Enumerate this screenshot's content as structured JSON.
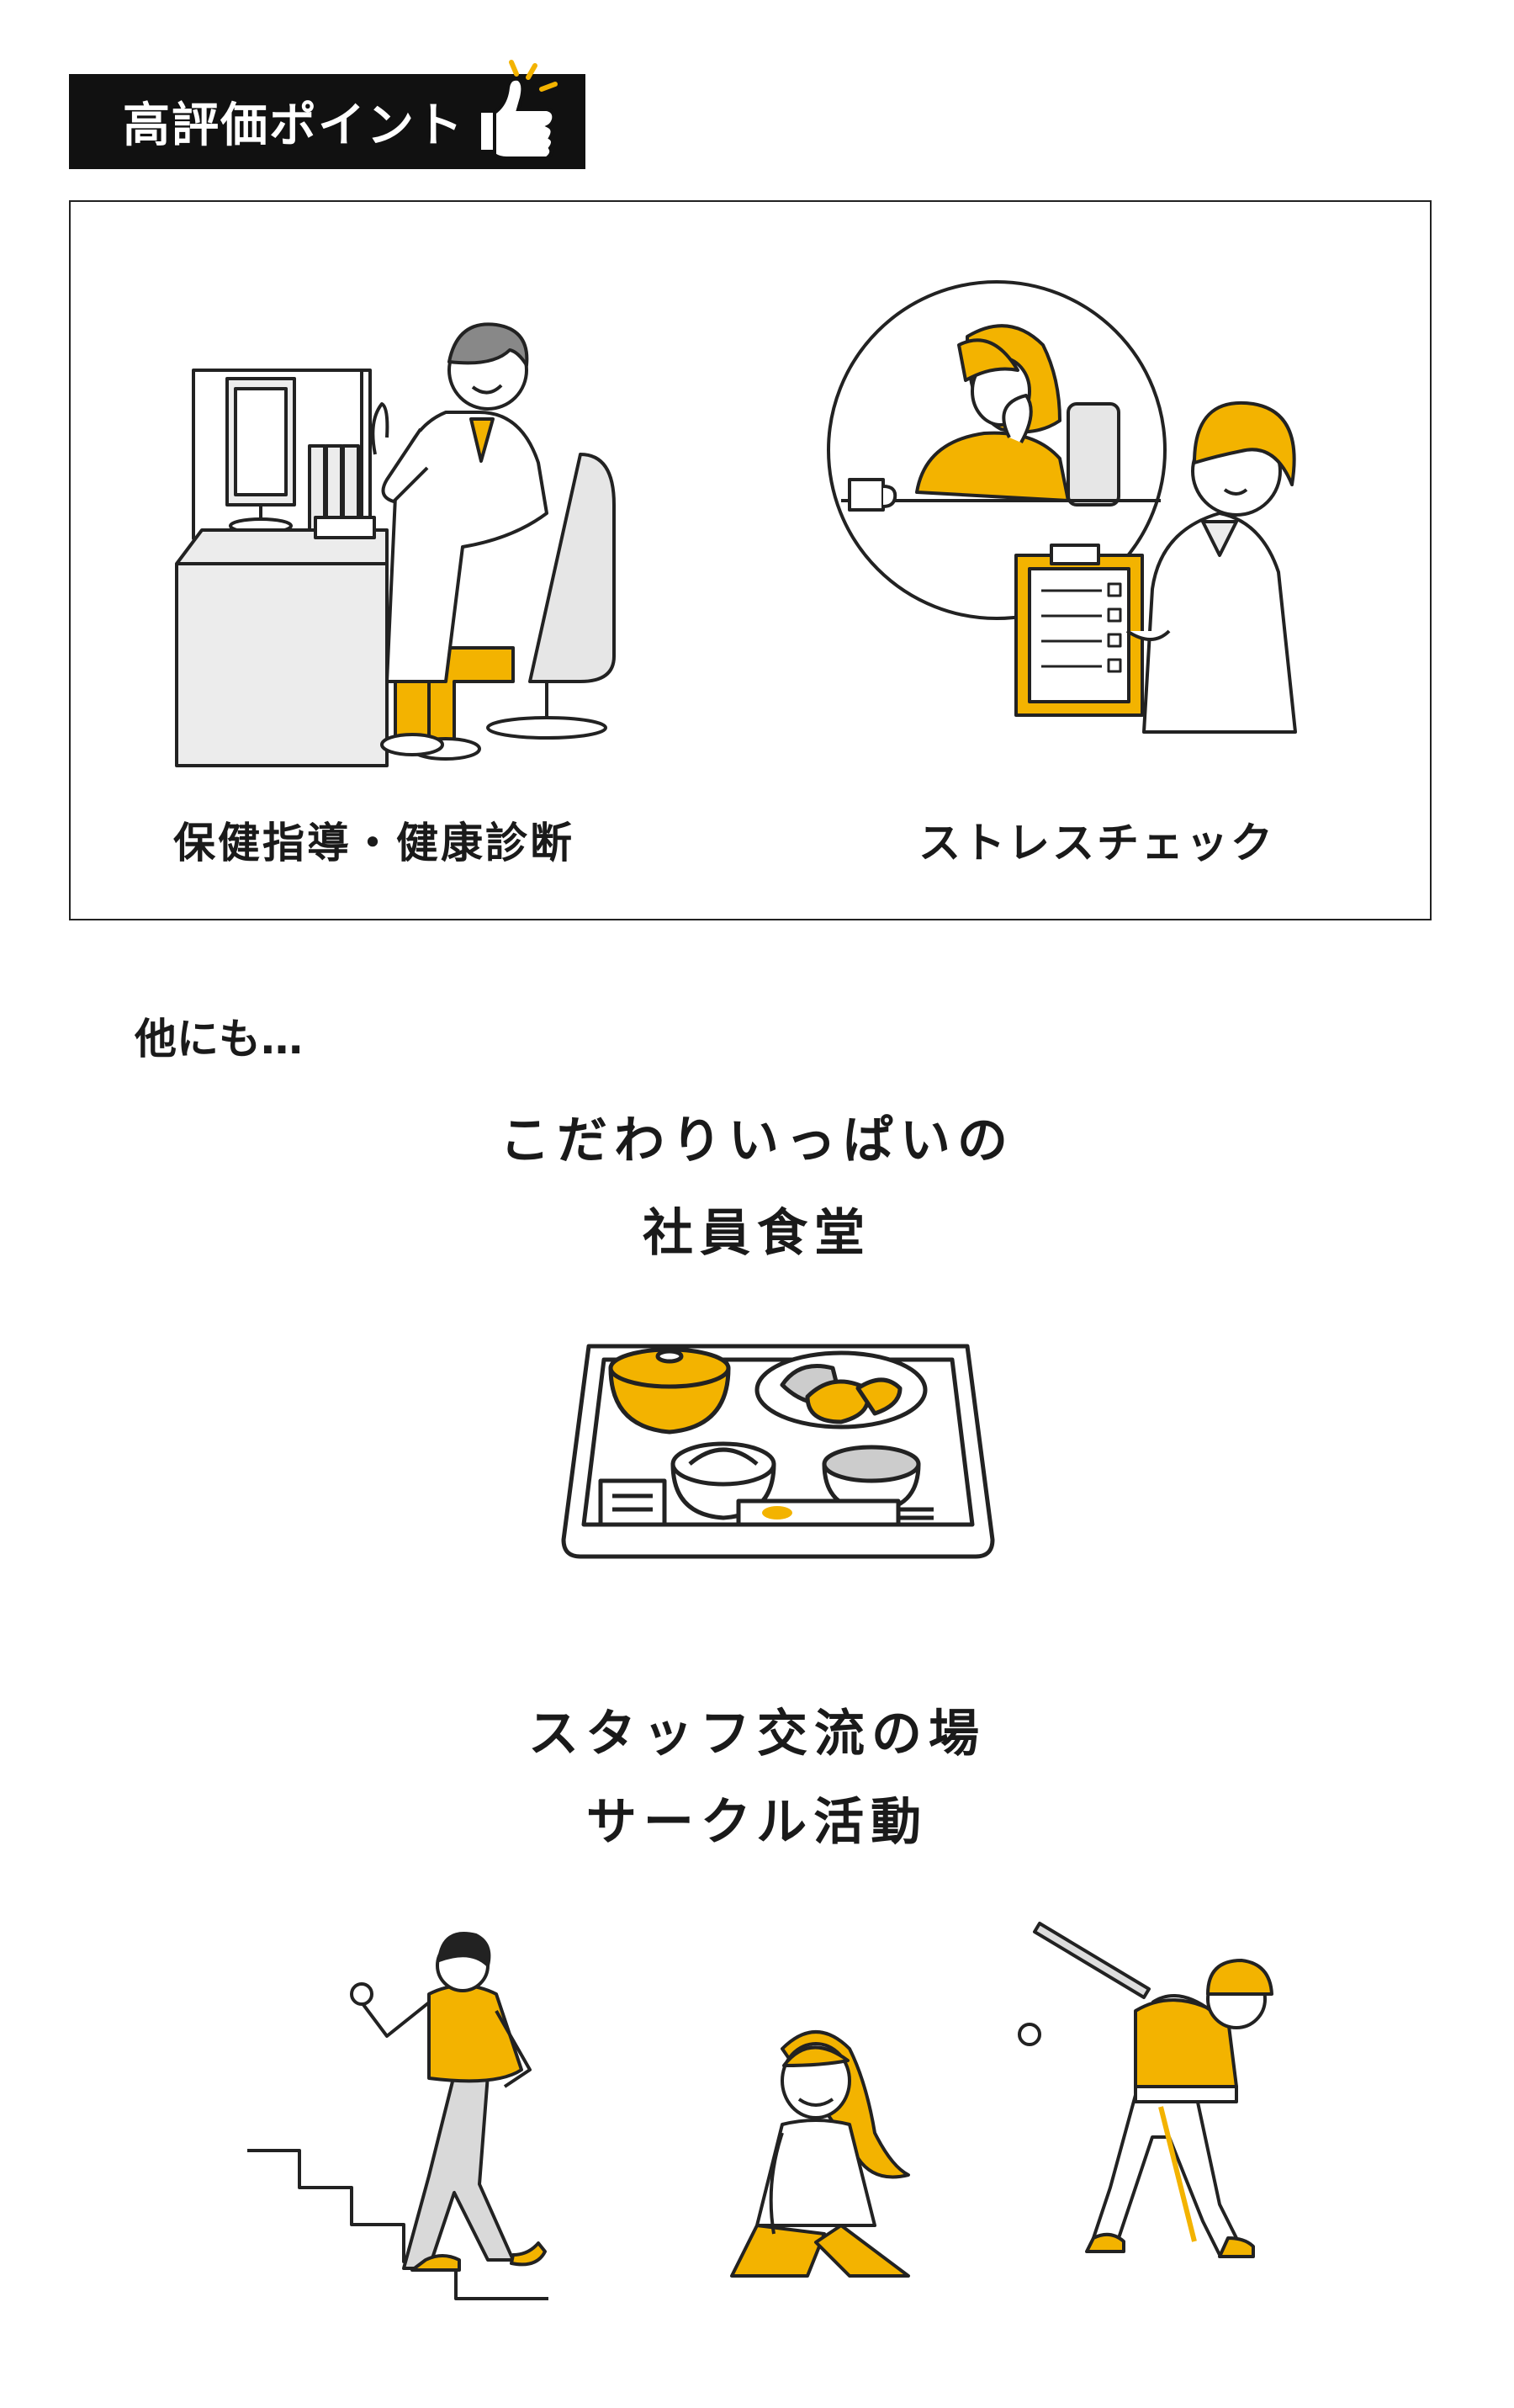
{
  "header": {
    "title": "高評価ポイント",
    "icon": "thumbs-up-icon"
  },
  "points": [
    {
      "caption": "保健指導・健康診断",
      "icon": "doctor-illustration"
    },
    {
      "caption": "ストレスチェック",
      "icon": "stress-check-illustration"
    }
  ],
  "others_label": "他にも…",
  "cafeteria": {
    "line1": "こだわりいっぱいの",
    "line2": "社員食堂",
    "icon": "meal-tray-illustration"
  },
  "clubs": {
    "line1": "スタッフ交流の場",
    "line2": "サークル活動",
    "icons": [
      "stairs-walker-illustration",
      "stretching-woman-illustration",
      "baseball-batter-illustration"
    ]
  },
  "colors": {
    "accent": "#f3b300",
    "ink": "#1a1a1a",
    "badge": "#111111"
  }
}
